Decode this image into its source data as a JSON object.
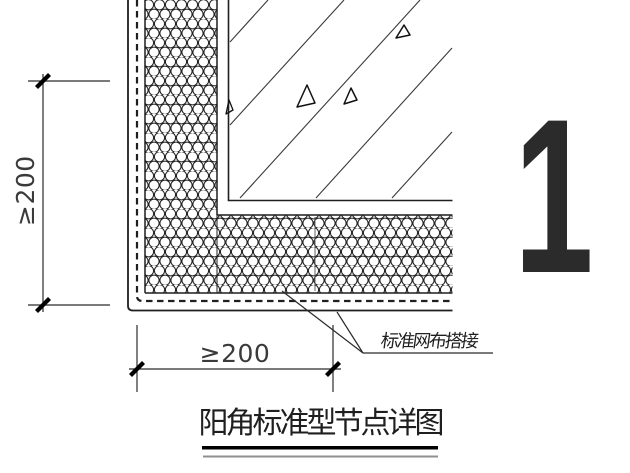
{
  "title": {
    "text": "阳角标准型节点详图"
  },
  "figure_number": "1",
  "dimensions": {
    "left_vertical": "≥200",
    "bottom_horizontal": "≥200"
  },
  "callouts": {
    "mesh_overlap": "标准网布搭接"
  },
  "colors": {
    "line": "#1f1f1f",
    "dim_text": "#3a3a3a",
    "title_underline_primary": "#000000",
    "title_underline_secondary": "#8f8f8f",
    "background": "#ffffff"
  }
}
